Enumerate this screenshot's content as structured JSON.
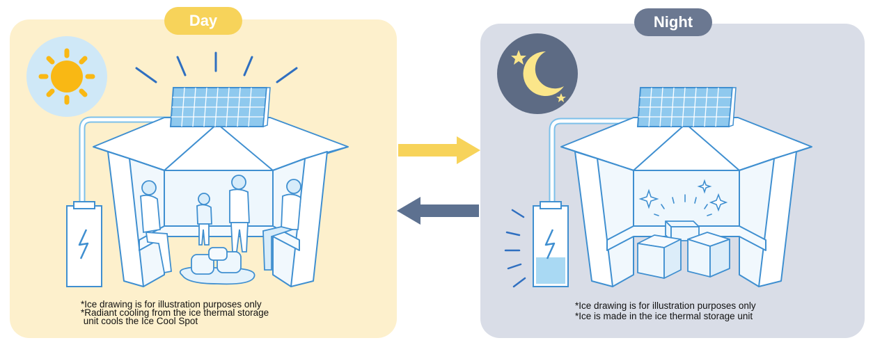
{
  "day": {
    "title": "Day",
    "notes": [
      "*Ice drawing is for illustration purposes only",
      "*Radiant cooling from the ice thermal storage",
      " unit cools the Ice Cool Spot"
    ]
  },
  "night": {
    "title": "Night",
    "notes": [
      "*Ice drawing is for illustration purposes only",
      "*Ice is made in the ice thermal storage unit"
    ]
  },
  "icons": [
    "sun-icon",
    "moon-icon",
    "solar-panel-icon",
    "battery-icon",
    "ice-block-icon",
    "sparkle-icon"
  ],
  "colors": {
    "day_panel": "#fdf0cc",
    "night_panel": "#d9dde7",
    "day_pill": "#f7d35a",
    "night_pill": "#6b7891",
    "arrow_day_to_night": "#f7d35a",
    "arrow_night_to_day": "#5d7190",
    "line": "#3f8fd0"
  }
}
